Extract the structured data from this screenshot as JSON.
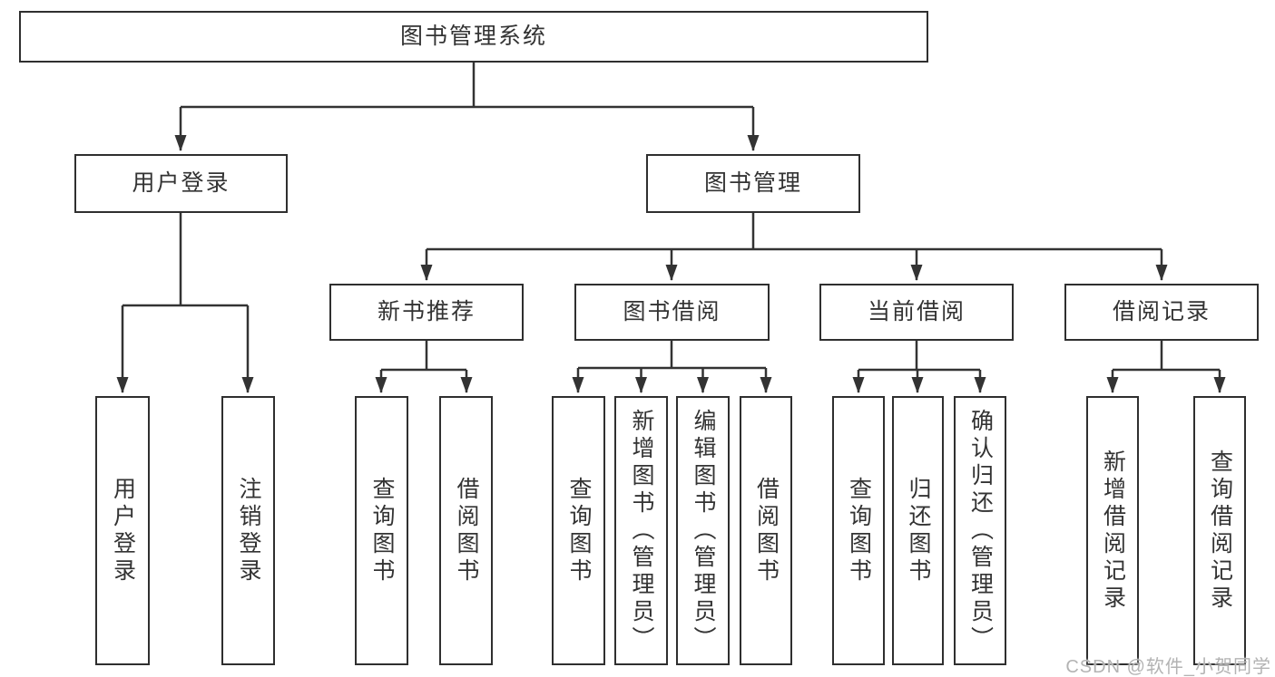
{
  "diagram": {
    "title": "图书管理系统",
    "branches": {
      "user_login": {
        "label": "用户登录",
        "children": [
          {
            "label": "用户登录"
          },
          {
            "label": "注销登录"
          }
        ]
      },
      "book_mgmt": {
        "label": "图书管理",
        "sections": [
          {
            "label": "新书推荐",
            "children": [
              {
                "label": "查询图书"
              },
              {
                "label": "借阅图书"
              }
            ]
          },
          {
            "label": "图书借阅",
            "children": [
              {
                "label": "查询图书"
              },
              {
                "label": "新增图书（管理员）"
              },
              {
                "label": "编辑图书（管理员）"
              },
              {
                "label": "借阅图书"
              }
            ]
          },
          {
            "label": "当前借阅",
            "children": [
              {
                "label": "查询图书"
              },
              {
                "label": "归还图书"
              },
              {
                "label": "确认归还（管理员）"
              }
            ]
          },
          {
            "label": "借阅记录",
            "children": [
              {
                "label": "新增借阅记录"
              },
              {
                "label": "查询借阅记录"
              }
            ]
          }
        ]
      }
    }
  },
  "colors": {
    "line": "#333333",
    "text": "#333333",
    "background": "#ffffff",
    "watermark": "#b3b3b3"
  },
  "watermark": {
    "text": "CSDN @软件_小贺同学"
  }
}
